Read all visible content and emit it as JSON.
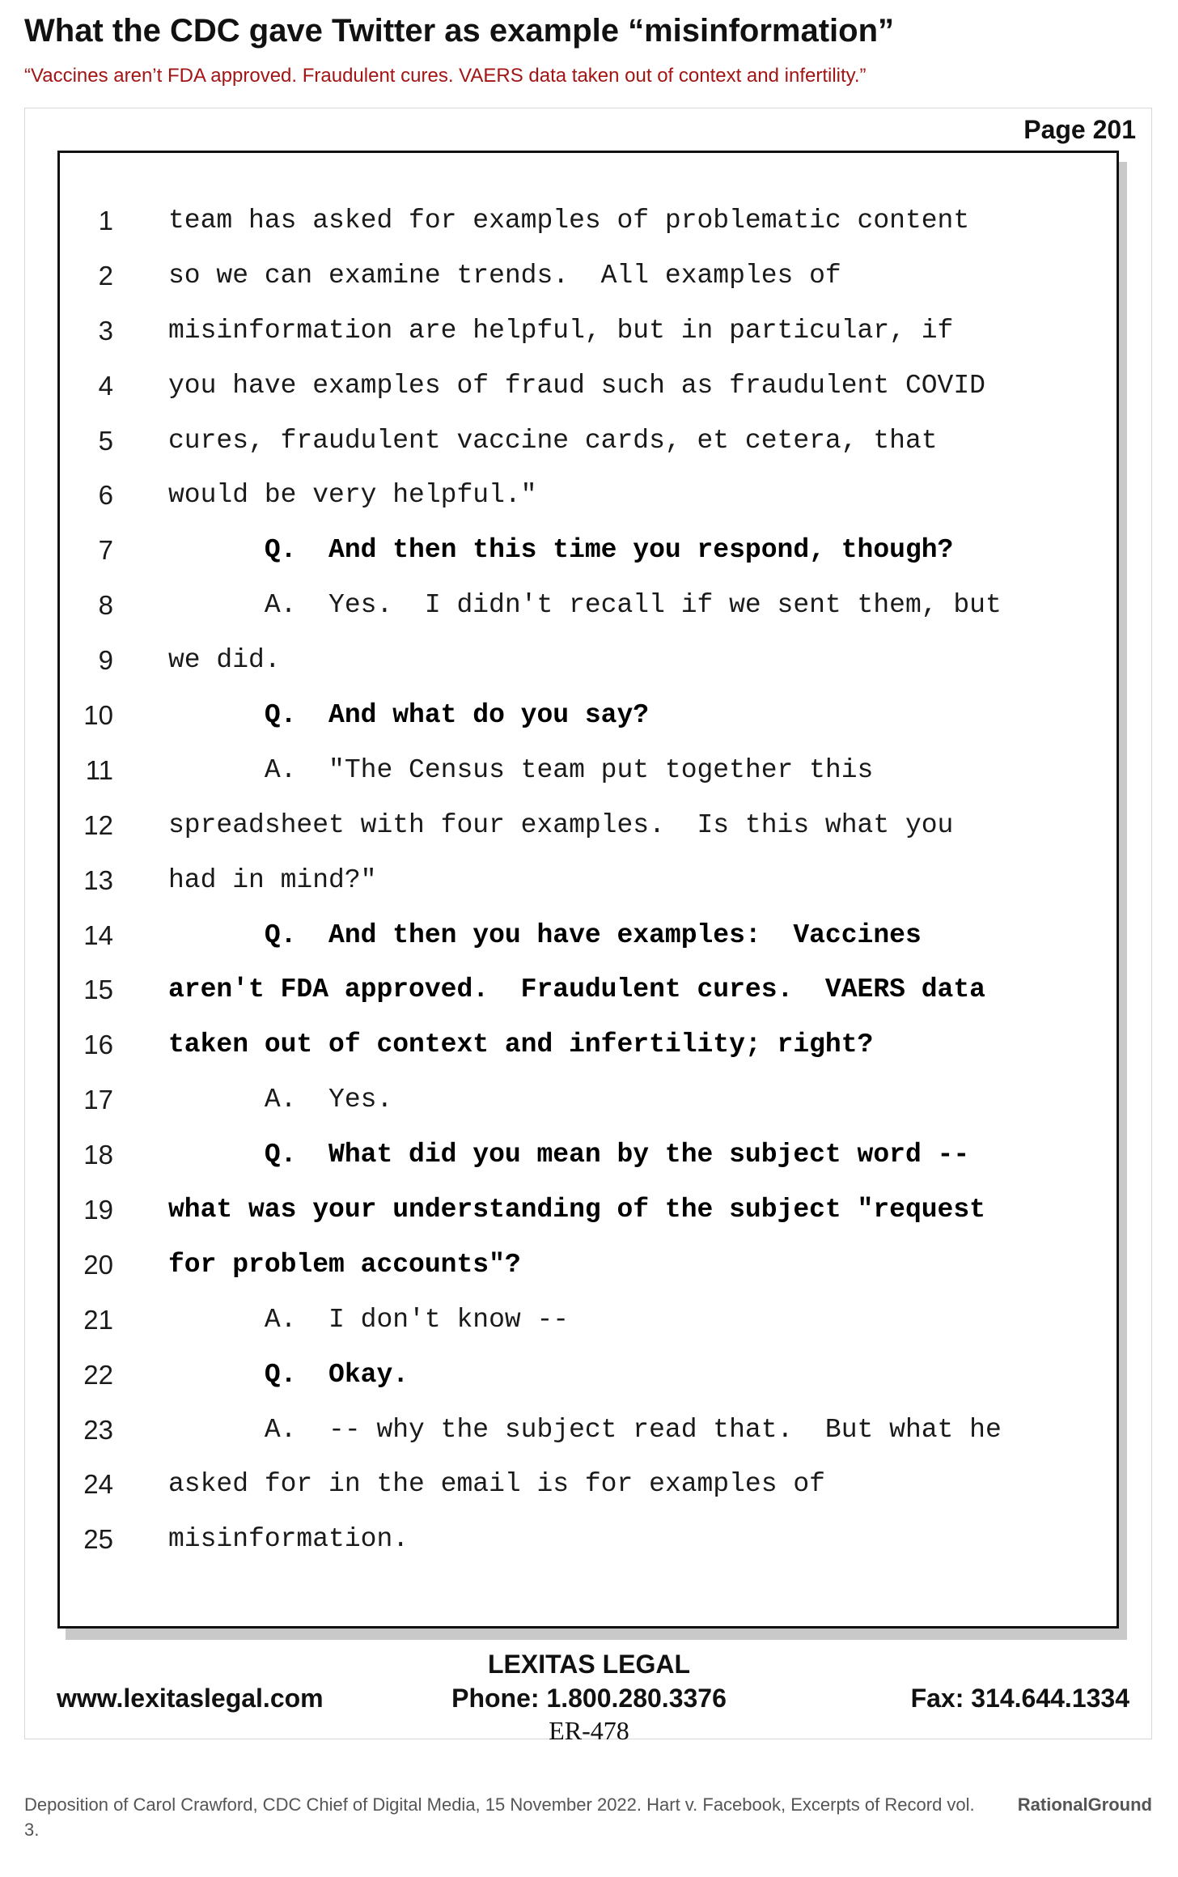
{
  "header": {
    "title": "What the CDC gave Twitter as example “misinformation”",
    "subtitle": "“Vaccines aren’t FDA approved. Fraudulent cures. VAERS data taken out of context and infertility.”"
  },
  "document": {
    "page_label": "Page 201",
    "lines": [
      {
        "num": "1",
        "text": "team has asked for examples of problematic content",
        "bold": false
      },
      {
        "num": "2",
        "text": "so we can examine trends.  All examples of",
        "bold": false
      },
      {
        "num": "3",
        "text": "misinformation are helpful, but in particular, if",
        "bold": false
      },
      {
        "num": "4",
        "text": "you have examples of fraud such as fraudulent COVID",
        "bold": false
      },
      {
        "num": "5",
        "text": "cures, fraudulent vaccine cards, et cetera, that",
        "bold": false
      },
      {
        "num": "6",
        "text": "would be very helpful.\"",
        "bold": false
      },
      {
        "num": "7",
        "text": "      Q.  And then this time you respond, though?",
        "bold": true
      },
      {
        "num": "8",
        "text": "      A.  Yes.  I didn't recall if we sent them, but",
        "bold": false
      },
      {
        "num": "9",
        "text": "we did.",
        "bold": false
      },
      {
        "num": "10",
        "text": "      Q.  And what do you say?",
        "bold": true
      },
      {
        "num": "11",
        "text": "      A.  \"The Census team put together this",
        "bold": false
      },
      {
        "num": "12",
        "text": "spreadsheet with four examples.  Is this what you",
        "bold": false
      },
      {
        "num": "13",
        "text": "had in mind?\"",
        "bold": false
      },
      {
        "num": "14",
        "text": "      Q.  And then you have examples:  Vaccines",
        "bold": true
      },
      {
        "num": "15",
        "text": "aren't FDA approved.  Fraudulent cures.  VAERS data",
        "bold": true
      },
      {
        "num": "16",
        "text": "taken out of context and infertility; right?",
        "bold": true
      },
      {
        "num": "17",
        "text": "      A.  Yes.",
        "bold": false
      },
      {
        "num": "18",
        "text": "      Q.  What did you mean by the subject word --",
        "bold": true
      },
      {
        "num": "19",
        "text": "what was your understanding of the subject \"request",
        "bold": true
      },
      {
        "num": "20",
        "text": "for problem accounts\"?",
        "bold": true
      },
      {
        "num": "21",
        "text": "      A.  I don't know --",
        "bold": false
      },
      {
        "num": "22",
        "text": "      Q.  Okay.",
        "bold": true
      },
      {
        "num": "23",
        "text": "      A.  -- why the subject read that.  But what he",
        "bold": false
      },
      {
        "num": "24",
        "text": "asked for in the email is for examples of",
        "bold": false
      },
      {
        "num": "25",
        "text": "misinformation.",
        "bold": false
      }
    ]
  },
  "footer": {
    "org": "LEXITAS LEGAL",
    "website": "www.lexitaslegal.com",
    "phone": "Phone: 1.800.280.3376",
    "fax": "Fax: 314.644.1334",
    "exhibit": "ER-478"
  },
  "caption": {
    "text": "Deposition of Carol Crawford, CDC Chief of Digital Media, 15 November 2022. Hart v. Facebook, Excerpts of Record vol. 3.",
    "brand": "RationalGround"
  }
}
